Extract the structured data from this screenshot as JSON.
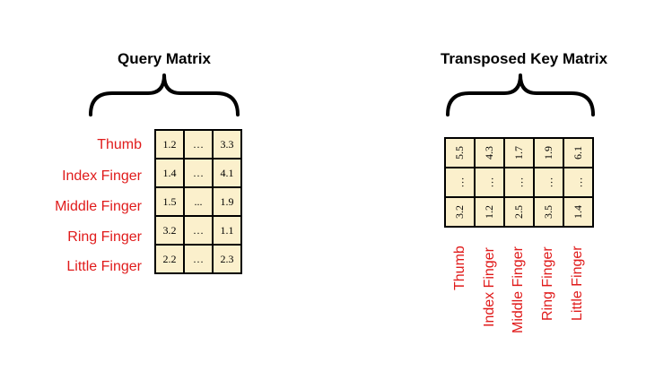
{
  "query": {
    "title": "Query Matrix",
    "row_labels": [
      "Thumb",
      "Index Finger",
      "Middle Finger",
      "Ring Finger",
      "Little Finger"
    ],
    "cells": [
      [
        "1.2",
        "…",
        "3.3"
      ],
      [
        "1.4",
        "…",
        "4.1"
      ],
      [
        "1.5",
        "...",
        "1.9"
      ],
      [
        "3.2",
        "…",
        "1.1"
      ],
      [
        "2.2",
        "…",
        "2.3"
      ]
    ]
  },
  "key": {
    "title": "Transposed Key Matrix",
    "col_labels": [
      "Thumb",
      "Index Finger",
      "Middle Finger",
      "Ring Finger",
      "Little Finger"
    ],
    "cells": [
      [
        "5.5",
        "4.3",
        "1.7",
        "1.9",
        "6.1"
      ],
      [
        "…",
        "…",
        "…",
        "…",
        "…"
      ],
      [
        "3.2",
        "1.2",
        "2.5",
        "3.5",
        "1.4"
      ]
    ]
  },
  "colors": {
    "label": "#e01b1b",
    "cell_fill": "#fbf0cc",
    "line": "#000000"
  }
}
